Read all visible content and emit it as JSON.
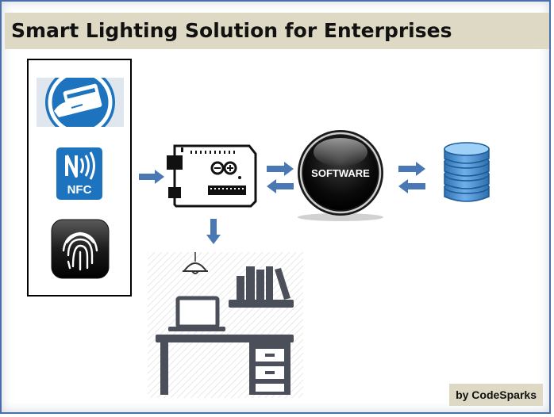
{
  "slide": {
    "title": "Smart Lighting Solution for Enterprises",
    "credit": "by CodeSparks"
  },
  "inputs": {
    "nfc_label": "NFC"
  },
  "software": {
    "label": "SOFTWARE"
  },
  "colors": {
    "title_band": "#ddd9c4",
    "accent_blue": "#1e73be",
    "arrow_blue": "#4a78b4",
    "database_blue": "#3f86c9",
    "furniture_gray": "#4a4f5a"
  }
}
